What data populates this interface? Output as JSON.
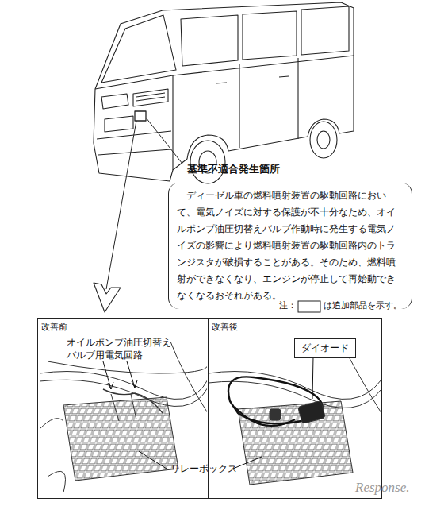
{
  "diagram": {
    "nodes": [
      {
        "text": [
          "ディーゼル車の燃料噴射装置の駆動回路において、電気ノイズに対する保護が不十分なため、オイルポンプ油圧切替えバルブ作動時に発生する電気ノイズの影響により燃料噴射装置の駆動回路内のトランジスタが破損することがある。そのため、燃料噴射ができなくなり、エンジンが停止して再始動できなくなるおそれがある。"
        ]
      },
      {
        "text": [
          "改善前"
        ]
      },
      {
        "text": [
          "改善後"
        ]
      },
      {
        "text": [
          "ダイオード"
        ],
        "in": 2
      }
    ],
    "labels": [
      "基準不適合発生箇所",
      "注：",
      "は追加部品を示す。",
      "オイルポンプ油圧切替え バルブ用電気回路",
      "リレーボックス",
      "Response."
    ]
  }
}
